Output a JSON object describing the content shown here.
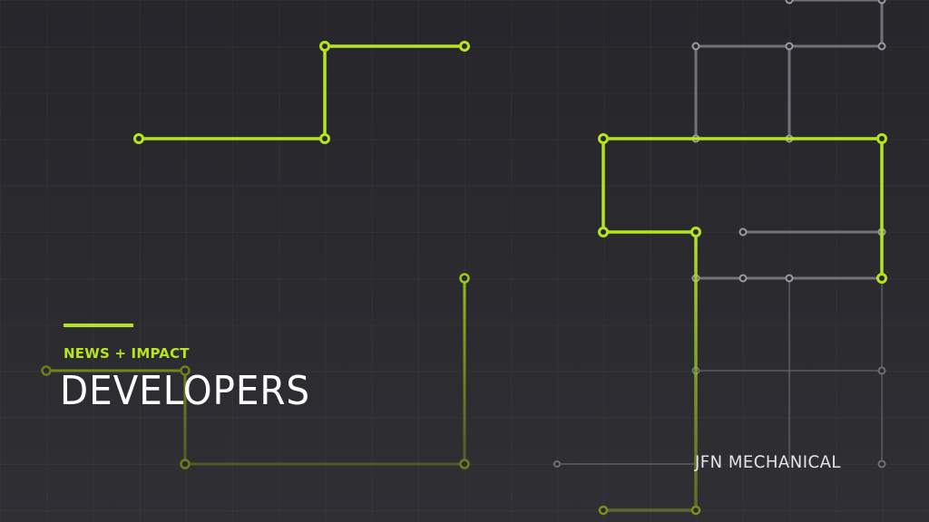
{
  "eyebrow": "NEWS + IMPACT",
  "title": "DEVELOPERS",
  "brand": "JFN MECHANICAL",
  "colors": {
    "accent": "#b5e61d",
    "background": "#2a2a2f",
    "text": "#ffffff",
    "circuit_gray": "#8a8a90"
  }
}
